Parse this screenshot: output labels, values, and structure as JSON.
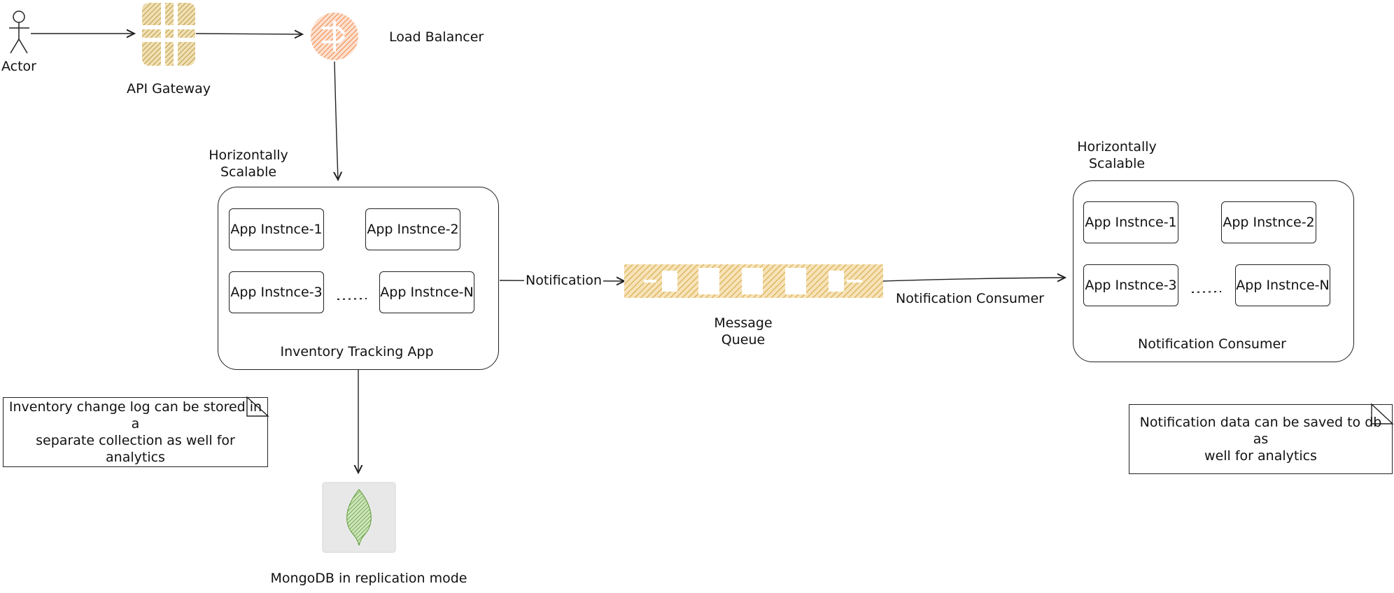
{
  "actor": {
    "label": "Actor"
  },
  "api_gateway": {
    "label": "API Gateway"
  },
  "load_balancer": {
    "label": "Load Balancer"
  },
  "inventory": {
    "scalable_note": [
      "Horizontally",
      "Scalable"
    ],
    "title": "Inventory Tracking App",
    "instances": [
      "App Instnce-1",
      "App Instnce-2",
      "App Instnce-3",
      "App Instnce-N"
    ]
  },
  "notification_edge": {
    "label": "Notification"
  },
  "queue": {
    "label": [
      "Message",
      "Queue"
    ]
  },
  "consumer_edge": {
    "label": "Notification Consumer"
  },
  "consumer": {
    "scalable_note": [
      "Horizontally",
      "Scalable"
    ],
    "title": "Notification Consumer",
    "instances": [
      "App Instnce-1",
      "App Instnce-2",
      "App Instnce-3",
      "App Instnce-N"
    ]
  },
  "notes": {
    "inventory_log": [
      "Inventory change log can be stored in a",
      "separate collection as well for analytics"
    ],
    "notification_data": [
      "Notification data can be saved to db as",
      "well for analytics"
    ]
  },
  "database": {
    "label": "MongoDB in replication mode"
  },
  "colors": {
    "gateway": "#c9a24a",
    "balancer": "#f08a4b",
    "queue": "#e6b15c",
    "mongo_leaf": "#6fa84a"
  }
}
